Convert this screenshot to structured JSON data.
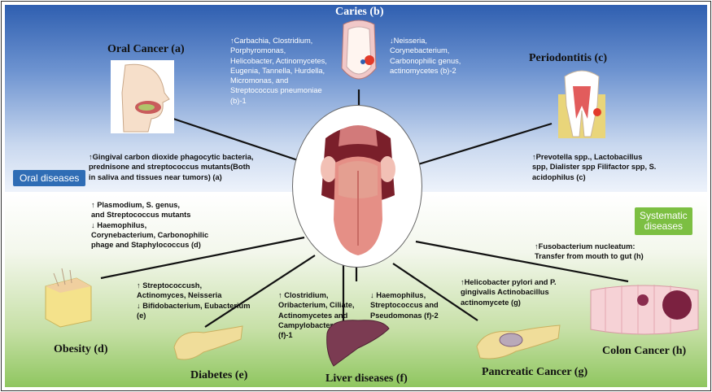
{
  "oral_section": {
    "badge": "Oral diseases",
    "oral_cancer": {
      "title": "Oral Cancer (a)",
      "text": [
        "↑Gingival carbon dioxide phagocytic bacteria,",
        "prednisone and streptococcus mutants(Both",
        "in saliva and tissues near tumors) (a)"
      ]
    },
    "caries": {
      "title": "Caries (b)",
      "up_text": [
        "↑Carbachia, Clostridium,",
        "Porphyromonas,",
        "Helicobacter, Actinomycetes,",
        "Eugenia, Tannella, Hurdella,",
        "Micromonas, and",
        "Streptococcus pneumoniae",
        "(b)-1"
      ],
      "down_text": [
        "↓Neisseria,",
        "Corynebacterium,",
        "Carbonophilic genus,",
        "actinomycetes (b)-2"
      ]
    },
    "periodontitis": {
      "title": "Periodontitis  (c)",
      "text": [
        "↑Prevotella spp., Lactobacillus",
        "spp, Dialister spp  Filifactor spp, S.",
        "acidophilus (c)"
      ]
    }
  },
  "systemic_section": {
    "badge": [
      "Systematic",
      "diseases"
    ],
    "obesity": {
      "title": "Obesity (d)",
      "text": [
        "↑ Plasmodium, S. genus,",
        "and Streptococcus mutants",
        "↓  Haemophilus,",
        "Corynebacterium, Carbonophilic",
        "phage and Staphylococcus (d)"
      ]
    },
    "diabetes": {
      "title": "Diabetes (e)",
      "text": [
        "↑ Streptococcush,",
        "Actinomyces, Neisseria",
        "↓ Bifidobacterium, Eubacterium",
        "(e)"
      ]
    },
    "liver": {
      "title": "Liver diseases (f)",
      "up_text": [
        "↑ Clostridium,",
        "Oribacterium, Ciliate,",
        "Actinomycetes and",
        "Campylobacter",
        "(f)-1"
      ],
      "down_text": [
        "↓ Haemophilus,",
        "Streptococcus and",
        "Pseudomonas (f)-2"
      ]
    },
    "pancreatic": {
      "title": "Pancreatic Cancer (g)",
      "text": [
        "↑Helicobacter pylori and P.",
        "gingivalis Actinobacillus",
        "actinomycete  (g)"
      ]
    },
    "colon": {
      "title": "Colon Cancer (h)",
      "text": [
        "↑Fusobacterium nucleatum:",
        "Transfer from mouth to gut (h)"
      ]
    }
  },
  "colors": {
    "oral_badge": "#2f6db5",
    "systemic_badge": "#7cbf42",
    "panel_blue": "#2f5fb0",
    "panel_green": "#8fc660"
  },
  "icons": [
    "face-icon",
    "teeth-icon",
    "tooth-icon",
    "tongue-icon",
    "fat-tissue-icon",
    "pancreas-icon",
    "liver-icon",
    "pancreas-tumor-icon",
    "colon-icon"
  ]
}
